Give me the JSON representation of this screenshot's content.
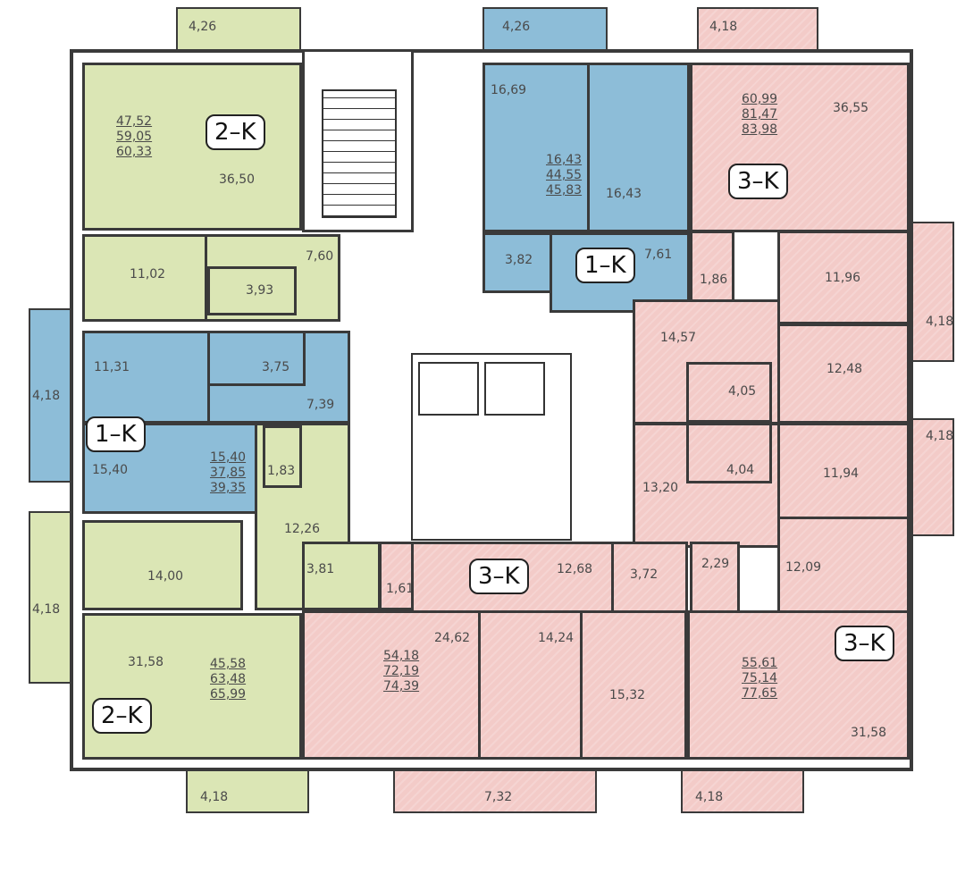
{
  "colors": {
    "two_room": "#dbe6b5",
    "one_room": "#8dbdd8",
    "three_room": "#f3cbc8"
  },
  "balconies": {
    "top_left": "4,26",
    "top_center": "4,26",
    "top_right": "4,18",
    "left_upper": "4,18",
    "left_lower": "4,18",
    "right_upper": "4,18",
    "right_lower": "4,18",
    "bottom_left": "4,18",
    "bottom_center": "7,32",
    "bottom_right": "4,18"
  },
  "apartments": [
    {
      "type": "2–K",
      "areas": [
        "47,52",
        "59,05",
        "60,33"
      ],
      "rooms": {
        "living": "36,50",
        "bedroom": "11,02",
        "hall": "7,60",
        "bath": "3,93"
      }
    },
    {
      "type": "1–K",
      "areas": [
        "16,43",
        "44,55",
        "45,83"
      ],
      "rooms": {
        "kitchen": "16,69",
        "living": "16,43",
        "bath": "3,82",
        "hall": "7,61"
      }
    },
    {
      "type": "3–K",
      "areas": [
        "60,99",
        "81,47",
        "83,98"
      ],
      "rooms": {
        "living": "36,55",
        "wc": "1,86",
        "bedroom1": "11,96",
        "hall": "14,57",
        "bath": "4,05",
        "bedroom2": "12,48"
      }
    },
    {
      "type": "1–K",
      "areas": [
        "15,40",
        "37,85",
        "39,35"
      ],
      "rooms": {
        "kitchen": "11,31",
        "bath": "3,75",
        "hall": "7,39",
        "living": "15,40"
      }
    },
    {
      "type": "2–K",
      "areas": [
        "45,58",
        "63,48",
        "65,99"
      ],
      "rooms": {
        "wc": "1,83",
        "hall": "12,26",
        "bedroom": "14,00",
        "bath": "3,81",
        "living": "31,58"
      }
    },
    {
      "type": "3–K",
      "areas": [
        "54,18",
        "72,19",
        "74,39"
      ],
      "rooms": {
        "wc": "1,61",
        "hall": "12,68",
        "living": "24,62",
        "bedroom1": "14,24",
        "bedroom2": "15,32"
      }
    },
    {
      "type": "3–K",
      "areas": [
        "55,61",
        "75,14",
        "77,65"
      ],
      "rooms": {
        "bath1": "3,72",
        "wc": "2,29",
        "bedroom1": "12,09",
        "hall": "13,20",
        "bath2": "4,04",
        "bedroom2": "11,94",
        "living": "31,58"
      }
    }
  ]
}
